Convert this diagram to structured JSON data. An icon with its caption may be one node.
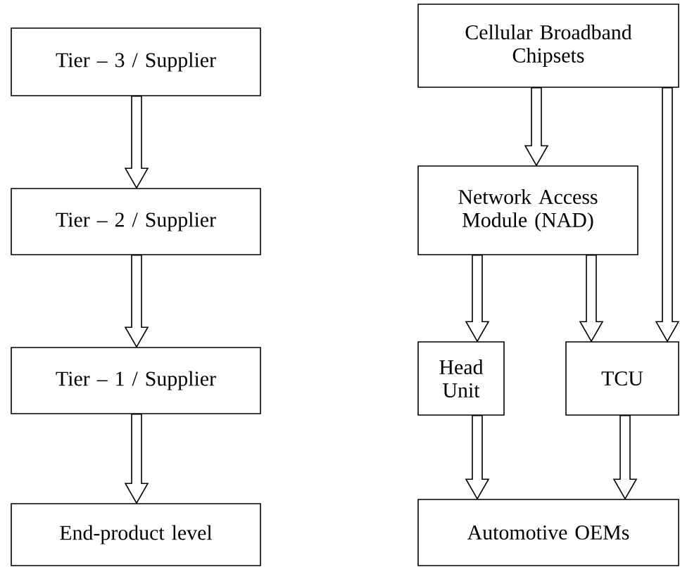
{
  "diagram": {
    "nodes": [
      {
        "text": [
          "Tier – 3 / Supplier"
        ]
      },
      {
        "text": [
          "Tier – 2 / Supplier"
        ]
      },
      {
        "text": [
          "Tier – 1 / Supplier"
        ]
      },
      {
        "text": [
          "End-product level"
        ]
      },
      {
        "text": [
          "Cellular Broadband Chipsets"
        ]
      },
      {
        "text": [
          "Network Access Module (NAD)"
        ]
      },
      {
        "text": [
          "Head Unit"
        ]
      },
      {
        "text": [
          "TCU"
        ]
      },
      {
        "text": [
          "Automotive OEMs"
        ]
      }
    ],
    "edges": [
      {
        "from": 0,
        "to": 1,
        "arrow": "to"
      },
      {
        "from": 1,
        "to": 2,
        "arrow": "to"
      },
      {
        "from": 2,
        "to": 3,
        "arrow": "to"
      },
      {
        "from": 4,
        "to": 5,
        "arrow": "to"
      },
      {
        "from": 4,
        "to": 7,
        "arrow": "to"
      },
      {
        "from": 5,
        "to": 6,
        "arrow": "to"
      },
      {
        "from": 5,
        "to": 7,
        "arrow": "to"
      },
      {
        "from": 6,
        "to": 8,
        "arrow": "to"
      },
      {
        "from": 7,
        "to": 8,
        "arrow": "to"
      }
    ]
  }
}
